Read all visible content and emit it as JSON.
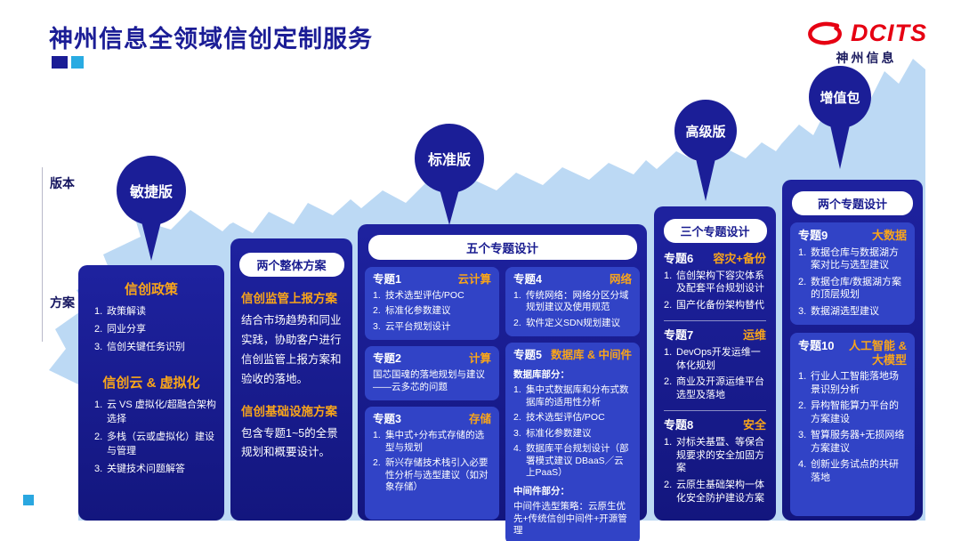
{
  "header": {
    "title": "神州信息全领域信创定制服务",
    "logo_brand": "DCITS",
    "logo_company": "神州信息"
  },
  "axis": {
    "version": "版本",
    "plan": "方案"
  },
  "colors": {
    "navy": "#1b1e97",
    "card_blue": "#3143c6",
    "accent_orange": "#f9a51a",
    "mountain_blue": "#bcd9f4",
    "brand_red": "#e60012",
    "cyan": "#29abe2"
  },
  "agile": {
    "balloon": "敏捷版",
    "sections": [
      {
        "title": "信创政策",
        "items": [
          "政策解读",
          "同业分享",
          "信创关键任务识别"
        ]
      },
      {
        "title": "信创云 & 虚拟化",
        "items": [
          "云 VS 虚拟化/超融合架构选择",
          "多栈（云或虚拟化）建设与管理",
          "关键技术问题解答"
        ]
      }
    ]
  },
  "overall": {
    "pill": "两个整体方案",
    "sections": [
      {
        "title": "信创监管上报方案",
        "body": "结合市场趋势和同业实践，协助客户进行信创监管上报方案和验收的落地。"
      },
      {
        "title": "信创基础设施方案",
        "body": "包含专题1~5的全景规划和概要设计。"
      }
    ]
  },
  "standard": {
    "balloon": "标准版",
    "pill": "五个专题设计",
    "topics": [
      {
        "label": "专题1",
        "name": "云计算",
        "items": [
          "技术选型评估/POC",
          "标准化参数建议",
          "云平台规划设计"
        ]
      },
      {
        "label": "专题2",
        "name": "计算",
        "note": "国芯国魂的落地规划与建议——云多芯的问题"
      },
      {
        "label": "专题3",
        "name": "存储",
        "items": [
          "集中式+分布式存储的选型与规划",
          "新兴存储技术栈引入必要性分析与选型建议（如对象存储）"
        ]
      },
      {
        "label": "专题4",
        "name": "网络",
        "items": [
          "传统网络：网络分区分域规划建议及使用规范",
          "软件定义SDN规划建议"
        ]
      },
      {
        "label": "专题5",
        "name": "数据库 & 中间件",
        "sub1": "数据库部分：",
        "items": [
          "集中式数据库和分布式数据库的适用性分析",
          "技术选型评估/POC",
          "标准化参数建议",
          "数据库平台规划设计（部署模式建议 DBaaS／云上PaaS）"
        ],
        "sub2": "中间件部分：",
        "note": "中间件选型策略：云原生优先+传统信创中间件+开源管理"
      }
    ]
  },
  "advanced": {
    "balloon": "高级版",
    "pill": "三个专题设计",
    "topics": [
      {
        "label": "专题6",
        "name": "容灾+备份",
        "items": [
          "信创架构下容灾体系及配套平台规划设计",
          "国产化备份架构替代"
        ]
      },
      {
        "label": "专题7",
        "name": "运维",
        "items": [
          "DevOps开发运维一体化规划",
          "商业及开源运维平台选型及落地"
        ]
      },
      {
        "label": "专题8",
        "name": "安全",
        "items": [
          "对标关基暨、等保合规要求的安全加固方案",
          "云原生基础架构一体化安全防护建设方案"
        ]
      }
    ]
  },
  "addon": {
    "balloon": "增值包",
    "pill": "两个专题设计",
    "topics": [
      {
        "label": "专题9",
        "name": "大数据",
        "items": [
          "数据仓库与数据湖方案对比与选型建议",
          "数据仓库/数据湖方案的顶层规划",
          "数据湖选型建议"
        ]
      },
      {
        "label": "专题10",
        "name": "人工智能 & 大模型",
        "items": [
          "行业人工智能落地场景识别分析",
          "异构智能算力平台的方案建设",
          "智算服务器+无损网络方案建议",
          "创新业务试点的共研落地"
        ]
      }
    ]
  }
}
